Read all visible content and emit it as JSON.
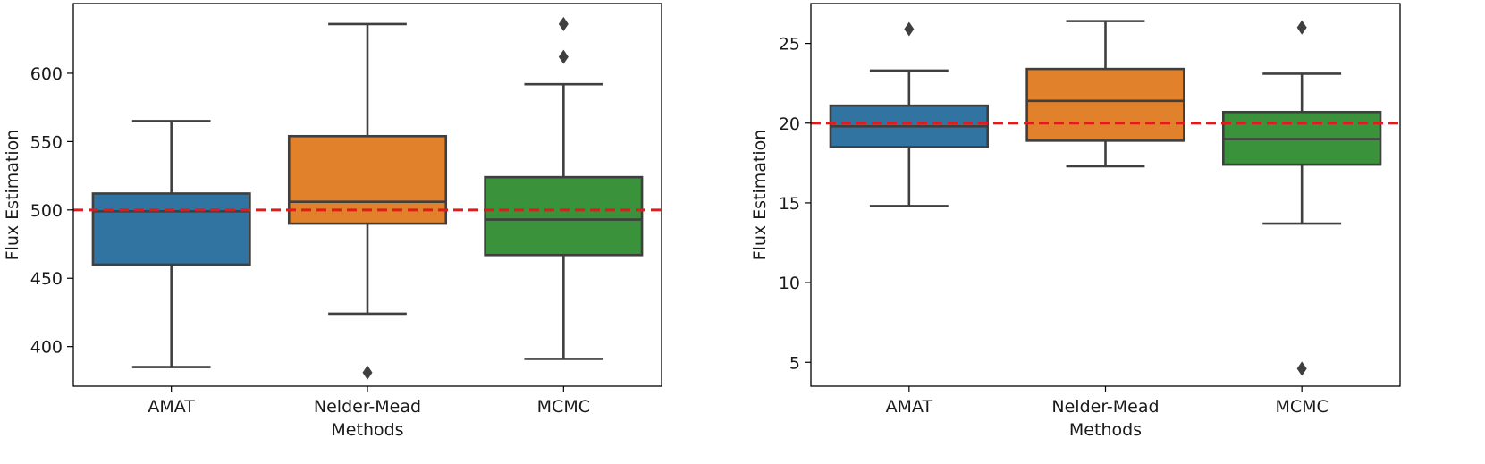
{
  "chart_data": [
    {
      "type": "box",
      "xlabel": "Methods",
      "ylabel": "Flux Estimation",
      "categories": [
        "AMAT",
        "Nelder-Mead",
        "MCMC"
      ],
      "yticks": [
        400,
        450,
        500,
        550,
        600
      ],
      "ylim": [
        371,
        651
      ],
      "reference_line": 500,
      "boxes": [
        {
          "category": "AMAT",
          "color": "#3274a1",
          "whisker_low": 385,
          "q1": 460,
          "median": 499,
          "q3": 512,
          "whisker_high": 565,
          "outliers": []
        },
        {
          "category": "Nelder-Mead",
          "color": "#e1812c",
          "whisker_low": 424,
          "q1": 490,
          "median": 506,
          "q3": 554,
          "whisker_high": 636,
          "outliers": [
            381
          ]
        },
        {
          "category": "MCMC",
          "color": "#3a923a",
          "whisker_low": 391,
          "q1": 467,
          "median": 493,
          "q3": 524,
          "whisker_high": 592,
          "outliers": [
            612,
            636
          ]
        }
      ]
    },
    {
      "type": "box",
      "xlabel": "Methods",
      "ylabel": "Flux Estimation",
      "categories": [
        "AMAT",
        "Nelder-Mead",
        "MCMC"
      ],
      "yticks": [
        5,
        10,
        15,
        20,
        25
      ],
      "ylim": [
        3.5,
        27.5
      ],
      "reference_line": 20,
      "boxes": [
        {
          "category": "AMAT",
          "color": "#3274a1",
          "whisker_low": 14.8,
          "q1": 18.5,
          "median": 19.8,
          "q3": 21.1,
          "whisker_high": 23.3,
          "outliers": [
            25.9
          ]
        },
        {
          "category": "Nelder-Mead",
          "color": "#e1812c",
          "whisker_low": 17.3,
          "q1": 18.9,
          "median": 21.4,
          "q3": 23.4,
          "whisker_high": 26.4,
          "outliers": []
        },
        {
          "category": "MCMC",
          "color": "#3a923a",
          "whisker_low": 13.7,
          "q1": 17.4,
          "median": 19.0,
          "q3": 20.7,
          "whisker_high": 23.1,
          "outliers": [
            26.0,
            4.6
          ]
        }
      ]
    }
  ]
}
